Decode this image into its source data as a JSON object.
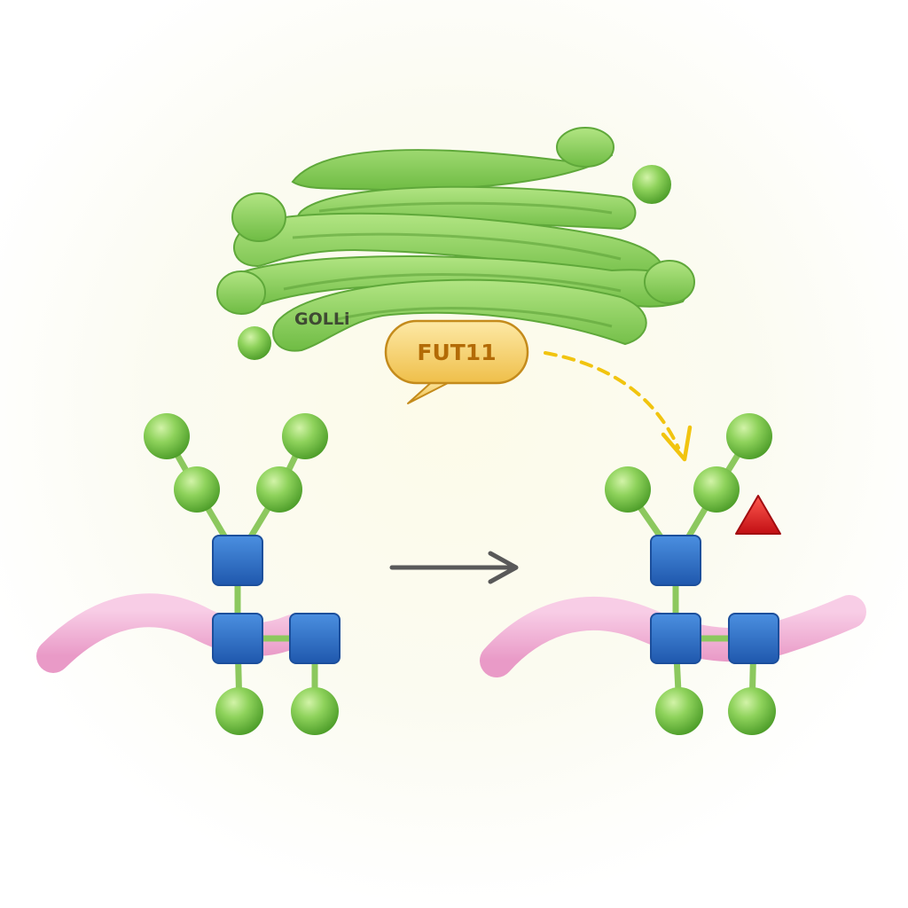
{
  "golgi": {
    "label": "GOLLi"
  },
  "enzyme": {
    "label": "FUT11"
  },
  "colors": {
    "golgi_green": "#86cf5a",
    "sugar_green": "#7cc545",
    "square_blue": "#2f6fc6",
    "backbone_pink": "#f2b3d6",
    "fucose_red": "#e01f22",
    "enzyme_fill": "#f8d57a",
    "enzyme_text": "#b36b06",
    "dashed_arrow": "#f1c40f",
    "reaction_arrow": "#595959"
  },
  "icons": {
    "golgi": "golgi-apparatus-icon",
    "sugar": "green-circle-glycan",
    "square": "blue-square-glycan",
    "fucose": "red-triangle-fucose"
  }
}
